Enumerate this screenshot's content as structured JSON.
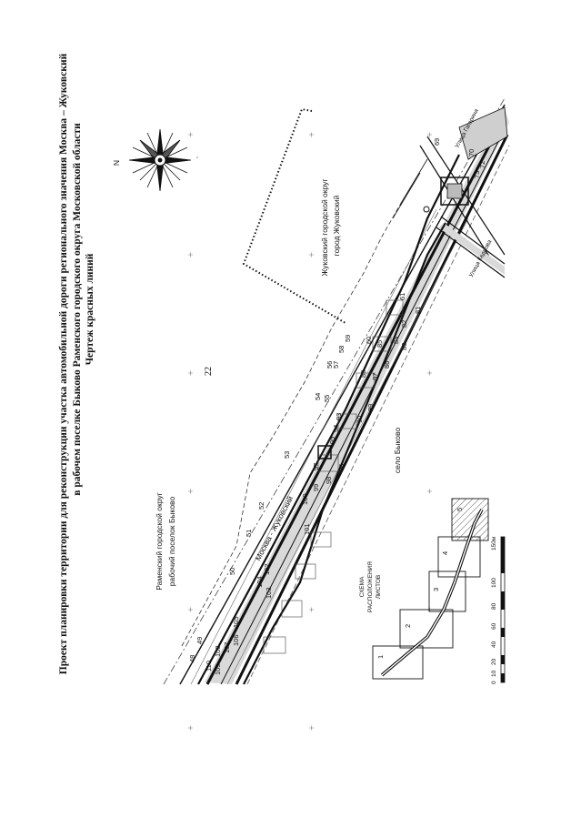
{
  "page_number": "22",
  "title": {
    "line1": "Проект планировки территории для реконструкции участка автомобильной дороги регионального значения Москва – Жуковский",
    "line2": "в рабочем поселке Быково Раменского городского округа Московской области",
    "line3": "Чертеж красных линий"
  },
  "map": {
    "north_label": "N",
    "label_ramenskoe_1": "Раменский городской округ",
    "label_ramenskoe_2": "рабочий поселок Быково",
    "label_zhukovsky_1": "Жуковский городской округ",
    "label_zhukovsky_2": "город Жуковский",
    "label_bykovo": "село Быково",
    "label_road": "Москва - Жуковский",
    "label_gagarina": "Улица Гагарина",
    "label_street2": "Улица Кедрова"
  },
  "points": {
    "p110": "110",
    "p109": "109",
    "p108": "108",
    "p107": "107",
    "p106": "106",
    "p105": "105",
    "p104": "104",
    "p103": "103",
    "p102": "102",
    "p101": "101",
    "p100": "100",
    "p99": "99",
    "p98": "98",
    "p97": "97",
    "p96": "96",
    "p95": "95",
    "p94": "94",
    "p93": "93",
    "p90": "90",
    "p89": "89",
    "p88": "88",
    "p87": "87",
    "p86": "86",
    "p85": "85",
    "p84": "84",
    "p83": "83",
    "p82": "82",
    "p81": "81",
    "p61": "61",
    "p60": "60",
    "p59": "59",
    "p58": "58",
    "p57": "57",
    "p56": "56",
    "p55": "55",
    "p54": "54",
    "p53": "53",
    "p52": "52",
    "p51": "51",
    "p50": "50",
    "p49": "49",
    "p48": "48",
    "p69": "69",
    "p70": "70",
    "p72": "72",
    "p73": "73"
  },
  "scheme": {
    "title_1": "СХЕМА",
    "title_2": "РАСПОЛОЖЕНИЯ",
    "title_3": "ЛИСТОВ",
    "sheets": [
      "1",
      "2",
      "3",
      "4",
      "5"
    ]
  },
  "scale": {
    "ticks": [
      "0",
      "10",
      "20",
      "40",
      "60",
      "80",
      "100",
      "150м"
    ]
  }
}
